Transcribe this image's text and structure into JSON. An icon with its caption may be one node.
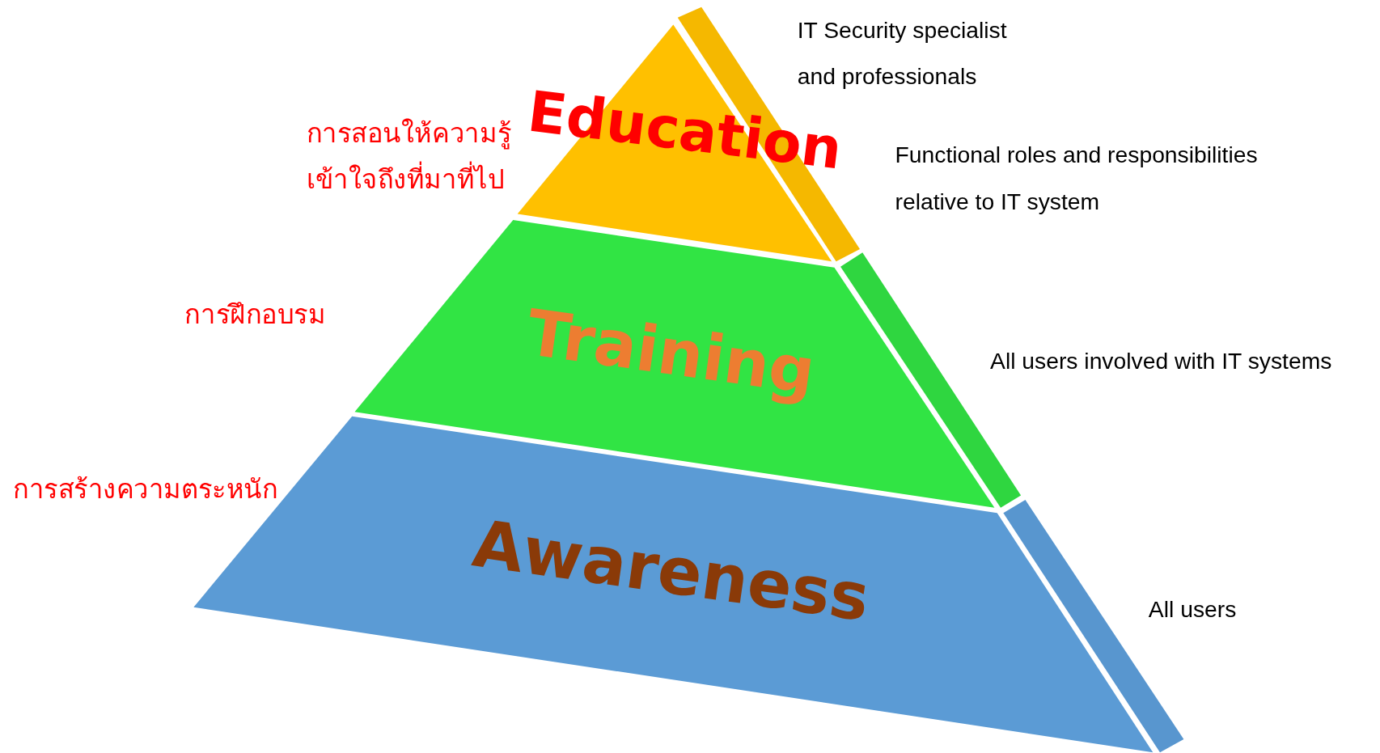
{
  "diagram": {
    "nodes": [
      {
        "text": [
          "Education"
        ],
        "beside": [
          "การสอนให้ความรู้ เข้าใจถึงที่มาที่ไป"
        ]
      },
      {
        "text": [
          "Training"
        ],
        "beside": [
          "การฝึกอบรม"
        ]
      },
      {
        "text": [
          "Awareness"
        ],
        "beside": [
          "การสร้างความตระหนัก"
        ]
      }
    ],
    "labels": [
      "IT Security specialist and professionals",
      "Functional roles and responsibilities relative to IT system",
      "All users involved with IT systems",
      "All users"
    ]
  }
}
